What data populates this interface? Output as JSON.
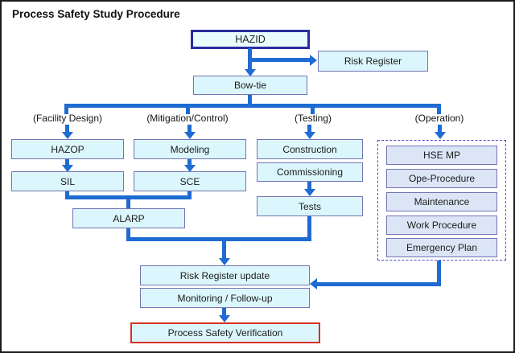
{
  "title": "Process Safety Study Procedure",
  "colors": {
    "arrow_blue": "#1e6bd2",
    "box_fill_cyan": "#dbf6fc",
    "hazid_fill": "#e9fcfe",
    "box_fill_lavender": "#dbe5f6",
    "box_border": "#7474b4",
    "hazid_border": "#2b2b9e",
    "dashed_border": "#4d4dc8",
    "verification_border": "#d93025"
  },
  "nodes": {
    "hazid": "HAZID",
    "risk_register": "Risk Register",
    "bow_tie": "Bow-tie",
    "hazop": "HAZOP",
    "sil": "SIL",
    "modeling": "Modeling",
    "sce": "SCE",
    "alarp": "ALARP",
    "construction": "Construction",
    "commissioning": "Commissioning",
    "tests": "Tests",
    "risk_register_update": "Risk Register update",
    "monitoring": "Monitoring / Follow-up",
    "verification": "Process Safety Verification"
  },
  "columns": {
    "facility_design": "(Facility Design)",
    "mitigation_control": "(Mitigation/Control)",
    "testing": "(Testing)",
    "operation": "(Operation)"
  },
  "operation": {
    "items": [
      "HSE MP",
      "Ope-Procedure",
      "Maintenance",
      "Work Procedure",
      "Emergency Plan"
    ]
  }
}
